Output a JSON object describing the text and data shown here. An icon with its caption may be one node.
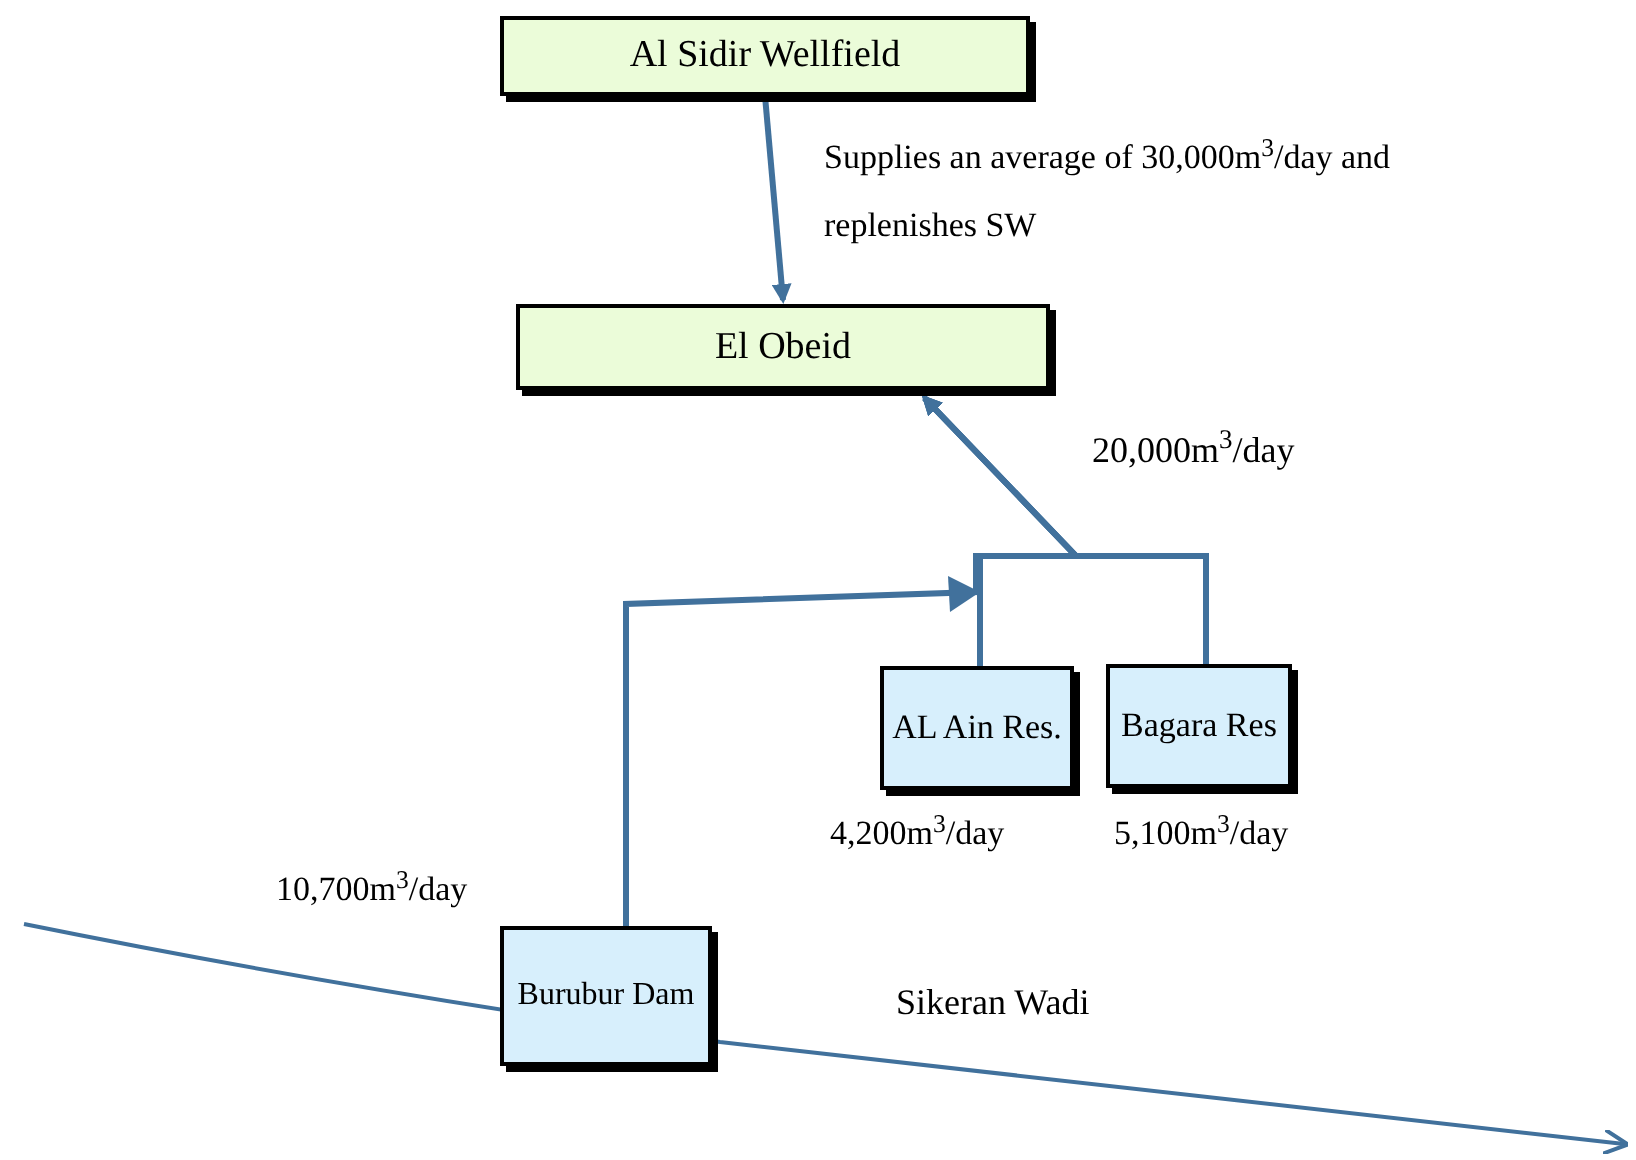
{
  "diagram": {
    "nodes": [
      {
        "text": [
          "Al Sidir Wellfield"
        ]
      },
      {
        "text": [
          "El Obeid"
        ]
      },
      {
        "text": [
          "AL Ain Res."
        ],
        "beside": [
          "4,200m$^{3}$/day"
        ]
      },
      {
        "text": [
          "Bagara Res"
        ],
        "beside": [
          "5,100m$^{3}$/day"
        ]
      },
      {
        "text": [
          "Burubur Dam"
        ],
        "beside": [
          "10,700m$^{3}$/day"
        ]
      }
    ],
    "edges": [
      {
        "from": 0,
        "to": 1,
        "arrow": "to",
        "label": "Supplies an average of 30,000m$^{3}$/day and replenishes SW"
      },
      {
        "from": 2,
        "to": 1,
        "arrow": "to"
      },
      {
        "from": 3,
        "to": 1,
        "arrow": "to"
      },
      {
        "from": 4,
        "to": 1,
        "arrow": "to"
      }
    ],
    "labels": [
      "20,000m$^{3}$/day",
      "Sikeran Wadi"
    ]
  }
}
